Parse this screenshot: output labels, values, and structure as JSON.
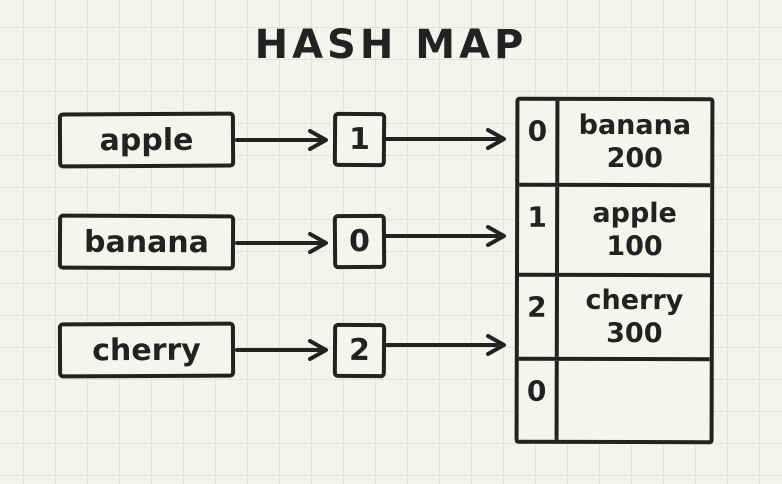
{
  "title": "HASH MAP",
  "keys": [
    {
      "label": "apple",
      "hash_index": "1"
    },
    {
      "label": "banana",
      "hash_index": "0"
    },
    {
      "label": "cherry",
      "hash_index": "2"
    }
  ],
  "buckets": [
    {
      "index": "0",
      "key": "banana",
      "value": "200"
    },
    {
      "index": "1",
      "key": "apple",
      "value": "100"
    },
    {
      "index": "2",
      "key": "cherry",
      "value": "300"
    },
    {
      "index": "0",
      "key": "",
      "value": ""
    }
  ],
  "colors": {
    "ink": "#222222",
    "paper": "#f5f3ee",
    "grid": "#e4e2dd"
  }
}
